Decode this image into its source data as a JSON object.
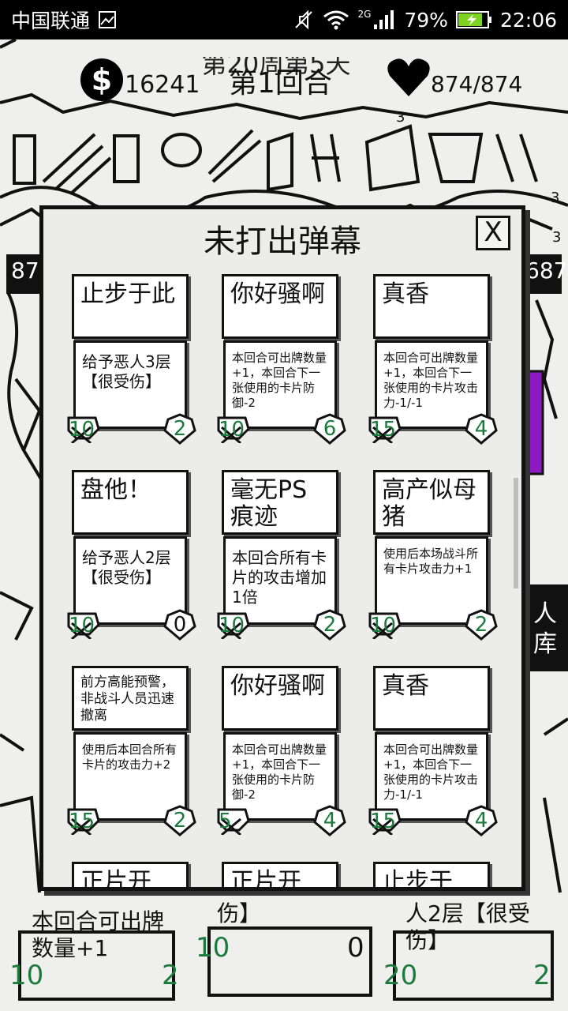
{
  "statusbar": {
    "carrier": "中国联通",
    "network": "2G",
    "battery": "79%",
    "time": "22:06"
  },
  "header": {
    "title": "第20周第5天",
    "money": "16241",
    "round": "第1回合",
    "hp": "874/874"
  },
  "background": {
    "badges": [
      "3",
      "3",
      "3"
    ],
    "left_hp": "87",
    "right_hp": "687",
    "side_labels": [
      "人",
      "库"
    ],
    "bottom_cards": [
      {
        "text": "本回合可出牌数量+1",
        "cost": "10",
        "power": "2"
      },
      {
        "text": "伤】",
        "cost": "10",
        "power": "0"
      },
      {
        "text": "人2层【很受伤】",
        "cost": "20",
        "power": "2"
      }
    ]
  },
  "modal": {
    "title": "未打出弹幕",
    "close_label": "X",
    "cards": [
      {
        "name": "止步于此",
        "desc": "给予恶人3层【很受伤】",
        "cost": "10",
        "power": "2"
      },
      {
        "name": "你好骚啊",
        "desc": "本回合可出牌数量+1，本回合下一张使用的卡片防御-2",
        "cost": "10",
        "power": "6"
      },
      {
        "name": "真香",
        "desc": "本回合可出牌数量+1，本回合下一张使用的卡片攻击力-1/-1",
        "cost": "15",
        "power": "4"
      },
      {
        "name": "盘他！",
        "desc": "给予恶人2层【很受伤】",
        "cost": "10",
        "power": "0"
      },
      {
        "name": "毫无PS痕迹",
        "desc": "本回合所有卡片的攻击增加1倍",
        "cost": "10",
        "power": "2"
      },
      {
        "name": "高产似母猪",
        "desc": "使用后本场战斗所有卡片攻击力+1",
        "cost": "10",
        "power": "2"
      },
      {
        "name": "前方高能预警，非战斗人员迅速撤离",
        "desc": "使用后本回合所有卡片的攻击力+2",
        "cost": "15",
        "power": "2"
      },
      {
        "name": "你好骚啊",
        "desc": "本回合可出牌数量+1，本回合下一张使用的卡片防御-2",
        "cost": "5",
        "power": "4"
      },
      {
        "name": "真香",
        "desc": "本回合可出牌数量+1，本回合下一张使用的卡片攻击力-1/-1",
        "cost": "15",
        "power": "4"
      },
      {
        "name": "正片开",
        "desc": "",
        "cost": "",
        "power": ""
      },
      {
        "name": "正片开",
        "desc": "",
        "cost": "",
        "power": ""
      },
      {
        "name": "止步于",
        "desc": "",
        "cost": "",
        "power": ""
      }
    ]
  },
  "icons": {
    "money": "dollar-icon",
    "hp": "heart-icon",
    "close": "close-icon"
  }
}
